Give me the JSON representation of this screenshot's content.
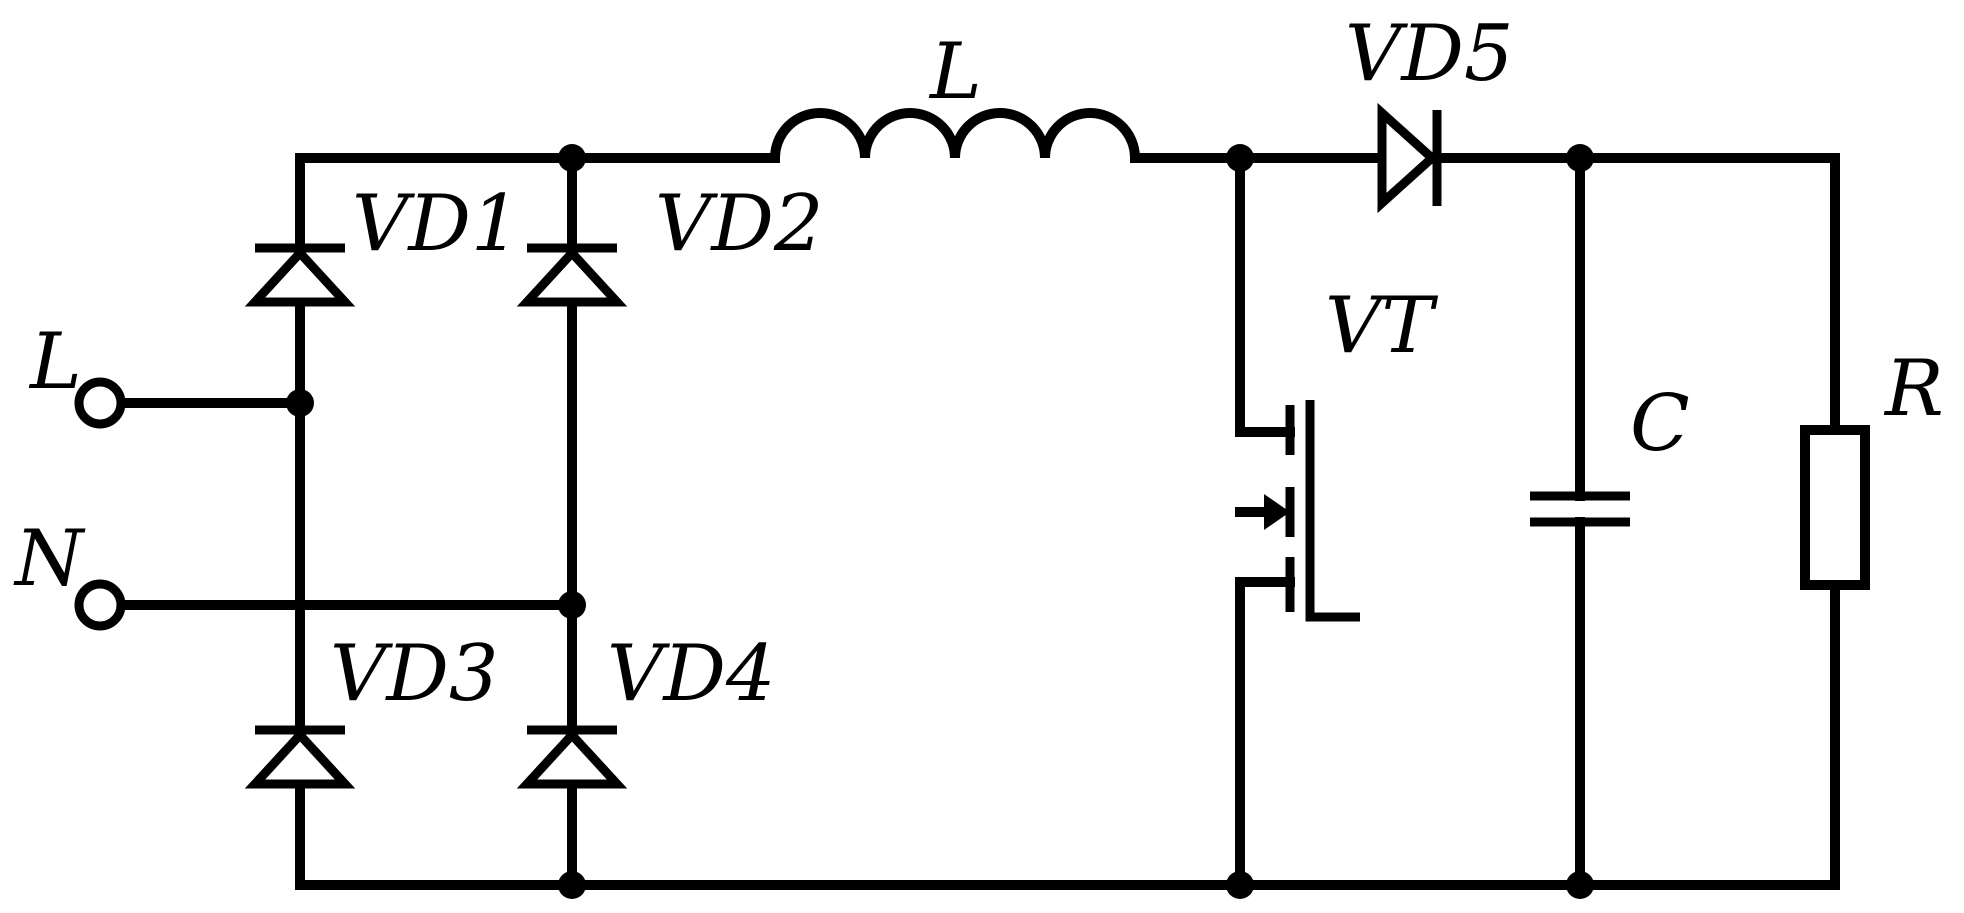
{
  "diagram": {
    "input_labels": {
      "line": "L",
      "neutral": "N"
    },
    "components": {
      "inductor": "L",
      "vd1": "VD1",
      "vd2": "VD2",
      "vd3": "VD3",
      "vd4": "VD4",
      "vd5": "VD5",
      "transistor": "VT",
      "capacitor": "C",
      "resistor": "R"
    }
  }
}
